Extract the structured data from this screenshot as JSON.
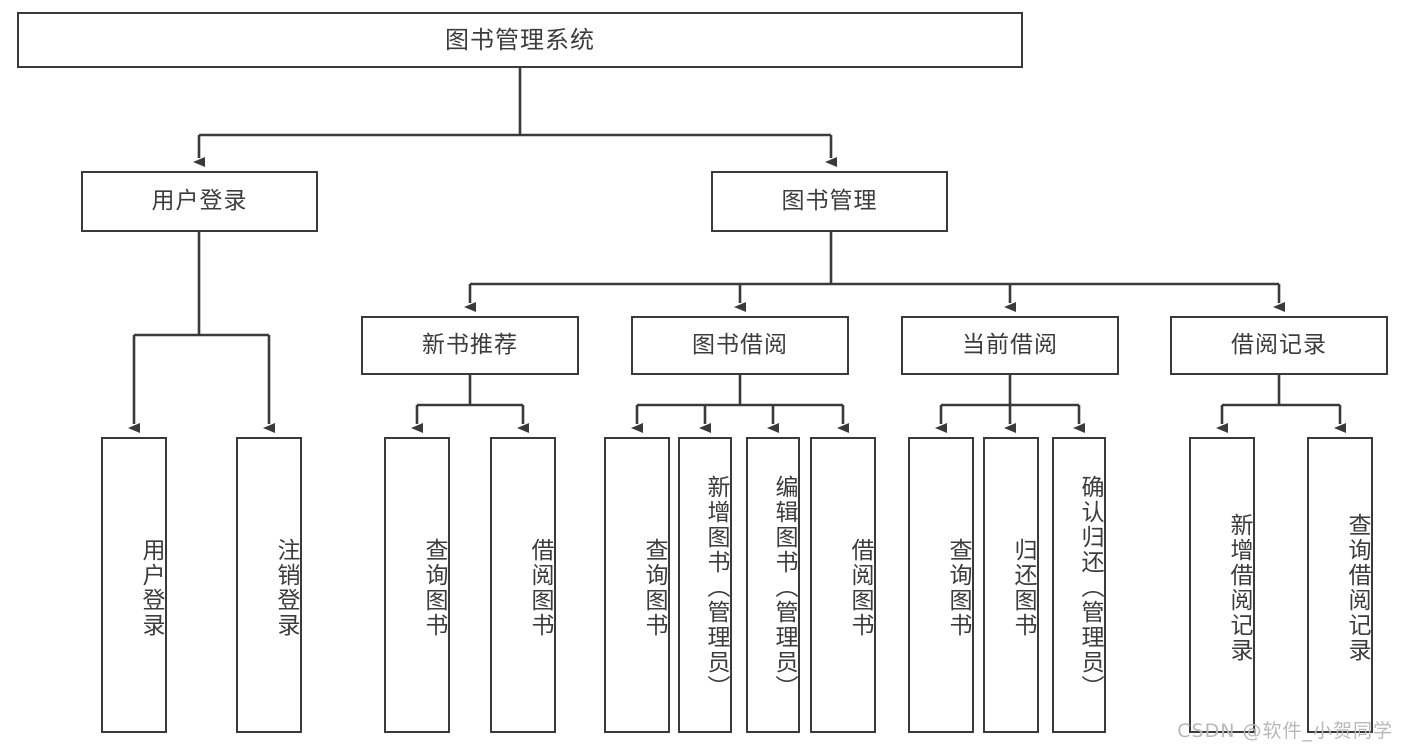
{
  "diagram": {
    "title": "图书管理系统",
    "type": "tree-functional-structure",
    "root": {
      "label": "图书管理系统"
    },
    "level2": [
      {
        "label": "用户登录"
      },
      {
        "label": "图书管理"
      }
    ],
    "level3": [
      {
        "label": "新书推荐"
      },
      {
        "label": "图书借阅"
      },
      {
        "label": "当前借阅"
      },
      {
        "label": "借阅记录"
      }
    ],
    "leaves": {
      "user_login": [
        {
          "label": "用户登录"
        },
        {
          "label": "注销登录"
        }
      ],
      "new_book_recommend": [
        {
          "label": "查询图书"
        },
        {
          "label": "借阅图书"
        }
      ],
      "book_borrow": [
        {
          "label": "查询图书"
        },
        {
          "label": "新增图书（管理员）"
        },
        {
          "label": "编辑图书（管理员）"
        },
        {
          "label": "借阅图书"
        }
      ],
      "current_borrow": [
        {
          "label": "查询图书"
        },
        {
          "label": "归还图书"
        },
        {
          "label": "确认归还（管理员）"
        }
      ],
      "borrow_record": [
        {
          "label": "新增借阅记录"
        },
        {
          "label": "查询借阅记录"
        }
      ]
    }
  },
  "watermark": {
    "text": "CSDN @软件_小贺同学"
  },
  "colors": {
    "stroke": "#3a3a3a",
    "text": "#3c3c3c",
    "background": "#ffffff",
    "watermark": "#b9b9b9"
  }
}
